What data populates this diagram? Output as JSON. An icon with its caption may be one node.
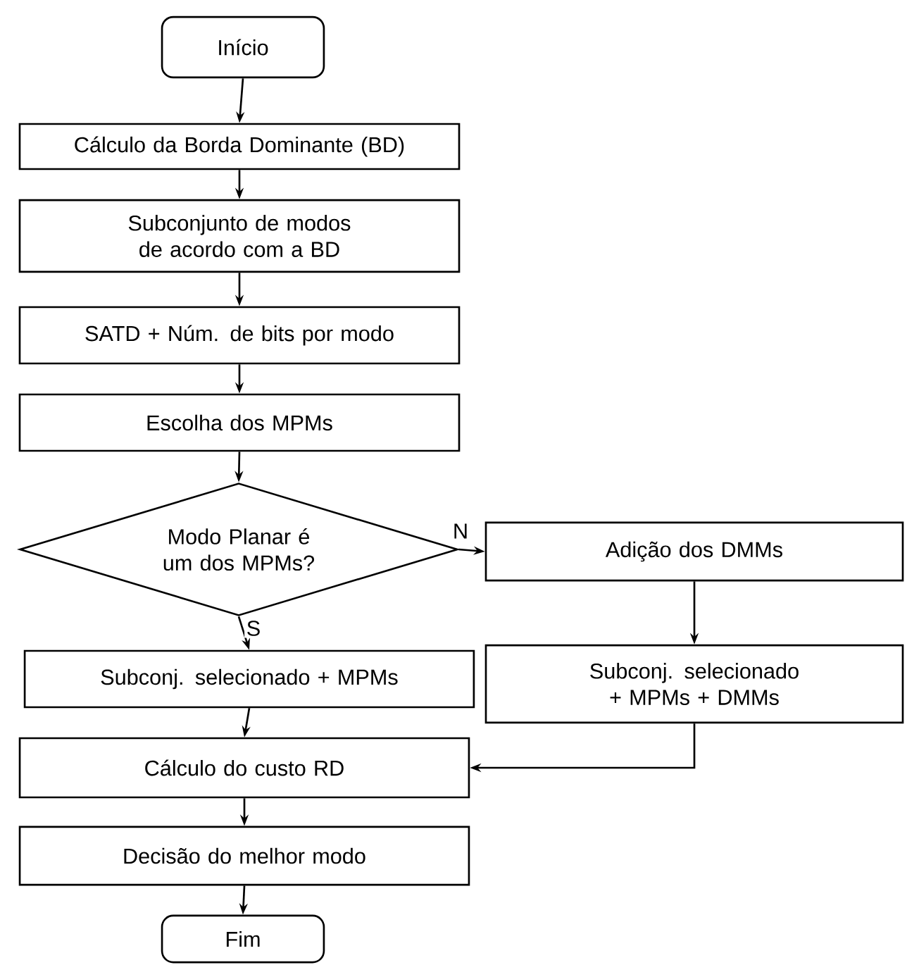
{
  "diagram": {
    "nodes": [
      {
        "text": [
          "Início"
        ]
      },
      {
        "text": [
          "Cálculo da Borda Dominante (BD)"
        ]
      },
      {
        "text": [
          "Subconjunto de modos de acordo com a BD"
        ]
      },
      {
        "text": [
          "SATD + Núm. de bits por modo"
        ]
      },
      {
        "text": [
          "Escolha dos MPMs"
        ]
      },
      {
        "text": [
          "Modo Planar é um dos MPMs?"
        ]
      },
      {
        "text": [
          "Adição dos DMMs"
        ]
      },
      {
        "text": [
          "Subconj. selecionado + MPMs"
        ]
      },
      {
        "text": [
          "Subconj. selecionado + MPMs + DMMs"
        ]
      },
      {
        "text": [
          "Cálculo do custo RD"
        ]
      },
      {
        "text": [
          "Decisão do melhor modo"
        ]
      },
      {
        "text": [
          "Fim"
        ]
      }
    ],
    "edges": [
      {
        "from": 0,
        "to": 1,
        "arrow": "to"
      },
      {
        "from": 1,
        "to": 2,
        "arrow": "to"
      },
      {
        "from": 2,
        "to": 3,
        "arrow": "to"
      },
      {
        "from": 3,
        "to": 4,
        "arrow": "to"
      },
      {
        "from": 4,
        "to": 5,
        "arrow": "to"
      },
      {
        "from": 5,
        "to": 6,
        "arrow": "to",
        "label": "N"
      },
      {
        "from": 5,
        "to": 7,
        "arrow": "to",
        "label": "S"
      },
      {
        "from": 6,
        "to": 8,
        "arrow": "to"
      },
      {
        "from": 7,
        "to": 9,
        "arrow": "to"
      },
      {
        "from": 8,
        "to": 9,
        "arrow": "to"
      },
      {
        "from": 9,
        "to": 10,
        "arrow": "to"
      },
      {
        "from": 10,
        "to": 11,
        "arrow": "to"
      }
    ]
  }
}
